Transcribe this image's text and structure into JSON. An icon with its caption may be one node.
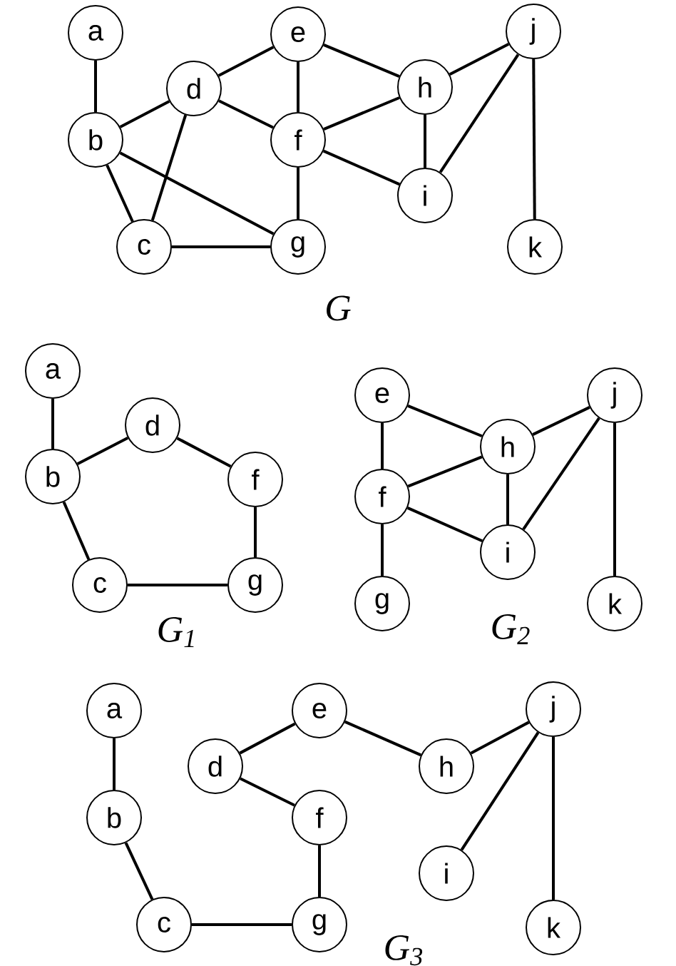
{
  "diagram": {
    "nodes": [
      {
        "text": [
          "a"
        ]
      },
      {
        "text": [
          "b"
        ]
      },
      {
        "text": [
          "c"
        ]
      },
      {
        "text": [
          "d"
        ]
      },
      {
        "text": [
          "e"
        ]
      },
      {
        "text": [
          "f"
        ]
      },
      {
        "text": [
          "g"
        ]
      },
      {
        "text": [
          "h"
        ]
      },
      {
        "text": [
          "i"
        ]
      },
      {
        "text": [
          "j"
        ]
      },
      {
        "text": [
          "k"
        ]
      },
      {
        "text": [
          "a"
        ]
      },
      {
        "text": [
          "b"
        ]
      },
      {
        "text": [
          "c"
        ]
      },
      {
        "text": [
          "d"
        ]
      },
      {
        "text": [
          "f"
        ]
      },
      {
        "text": [
          "g"
        ]
      },
      {
        "text": [
          "e"
        ]
      },
      {
        "text": [
          "f"
        ]
      },
      {
        "text": [
          "g"
        ]
      },
      {
        "text": [
          "h"
        ]
      },
      {
        "text": [
          "i"
        ]
      },
      {
        "text": [
          "j"
        ]
      },
      {
        "text": [
          "k"
        ]
      },
      {
        "text": [
          "a"
        ]
      },
      {
        "text": [
          "b"
        ]
      },
      {
        "text": [
          "c"
        ]
      },
      {
        "text": [
          "d"
        ]
      },
      {
        "text": [
          "e"
        ]
      },
      {
        "text": [
          "f"
        ]
      },
      {
        "text": [
          "g"
        ]
      },
      {
        "text": [
          "h"
        ]
      },
      {
        "text": [
          "i"
        ]
      },
      {
        "text": [
          "j"
        ]
      },
      {
        "text": [
          "k"
        ]
      }
    ],
    "edges": [
      {
        "from": 0,
        "to": 1,
        "arrow": "none"
      },
      {
        "from": 1,
        "to": 3,
        "arrow": "none"
      },
      {
        "from": 1,
        "to": 2,
        "arrow": "none"
      },
      {
        "from": 1,
        "to": 6,
        "arrow": "none"
      },
      {
        "from": 3,
        "to": 2,
        "arrow": "none"
      },
      {
        "from": 3,
        "to": 4,
        "arrow": "none"
      },
      {
        "from": 3,
        "to": 5,
        "arrow": "none"
      },
      {
        "from": 4,
        "to": 5,
        "arrow": "none"
      },
      {
        "from": 4,
        "to": 7,
        "arrow": "none"
      },
      {
        "from": 5,
        "to": 7,
        "arrow": "none"
      },
      {
        "from": 5,
        "to": 6,
        "arrow": "none"
      },
      {
        "from": 5,
        "to": 8,
        "arrow": "none"
      },
      {
        "from": 2,
        "to": 6,
        "arrow": "none"
      },
      {
        "from": 7,
        "to": 8,
        "arrow": "none"
      },
      {
        "from": 7,
        "to": 9,
        "arrow": "none"
      },
      {
        "from": 9,
        "to": 8,
        "arrow": "none"
      },
      {
        "from": 9,
        "to": 10,
        "arrow": "none"
      },
      {
        "from": 11,
        "to": 12,
        "arrow": "none"
      },
      {
        "from": 12,
        "to": 14,
        "arrow": "none"
      },
      {
        "from": 12,
        "to": 13,
        "arrow": "none"
      },
      {
        "from": 14,
        "to": 15,
        "arrow": "none"
      },
      {
        "from": 15,
        "to": 16,
        "arrow": "none"
      },
      {
        "from": 13,
        "to": 16,
        "arrow": "none"
      },
      {
        "from": 17,
        "to": 20,
        "arrow": "none"
      },
      {
        "from": 17,
        "to": 18,
        "arrow": "none"
      },
      {
        "from": 20,
        "to": 22,
        "arrow": "none"
      },
      {
        "from": 18,
        "to": 20,
        "arrow": "none"
      },
      {
        "from": 20,
        "to": 21,
        "arrow": "none"
      },
      {
        "from": 18,
        "to": 21,
        "arrow": "none"
      },
      {
        "from": 22,
        "to": 21,
        "arrow": "none"
      },
      {
        "from": 18,
        "to": 19,
        "arrow": "none"
      },
      {
        "from": 22,
        "to": 23,
        "arrow": "none"
      },
      {
        "from": 24,
        "to": 25,
        "arrow": "none"
      },
      {
        "from": 25,
        "to": 26,
        "arrow": "none"
      },
      {
        "from": 26,
        "to": 30,
        "arrow": "none"
      },
      {
        "from": 27,
        "to": 28,
        "arrow": "none"
      },
      {
        "from": 27,
        "to": 29,
        "arrow": "none"
      },
      {
        "from": 29,
        "to": 30,
        "arrow": "none"
      },
      {
        "from": 28,
        "to": 31,
        "arrow": "none"
      },
      {
        "from": 31,
        "to": 33,
        "arrow": "none"
      },
      {
        "from": 33,
        "to": 32,
        "arrow": "none"
      },
      {
        "from": 33,
        "to": 34,
        "arrow": "none"
      }
    ],
    "labels": [
      "G",
      "G$_{1}$",
      "G$_{2}$",
      "G$_{3}$"
    ]
  }
}
